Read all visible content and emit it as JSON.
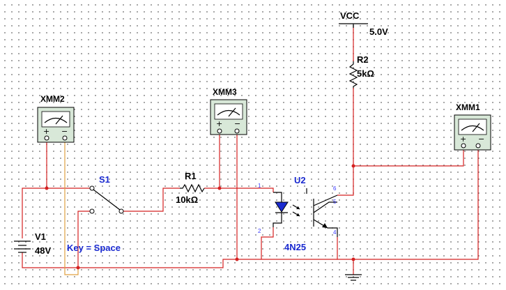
{
  "components": {
    "vcc": {
      "name": "VCC",
      "value": "5.0V"
    },
    "r2": {
      "name": "R2",
      "value": "5kΩ"
    },
    "r1": {
      "name": "R1",
      "value": "10kΩ"
    },
    "v1": {
      "name": "V1",
      "value": "48V"
    },
    "s1": {
      "name": "S1",
      "key": "Key = Space"
    },
    "u2": {
      "name": "U2",
      "part": "4N25",
      "pins": [
        "1",
        "2",
        "4",
        "5",
        "6"
      ]
    },
    "meters": [
      {
        "name": "XMM2"
      },
      {
        "name": "XMM3"
      },
      {
        "name": "XMM1"
      }
    ]
  },
  "meter_signs": {
    "plus": "+",
    "minus": "−"
  },
  "colors": {
    "wire": "#d42020",
    "probe_wire": "#e0a040",
    "label_blue": "#1a2ad0",
    "meter_body": "#d8e8d8"
  }
}
